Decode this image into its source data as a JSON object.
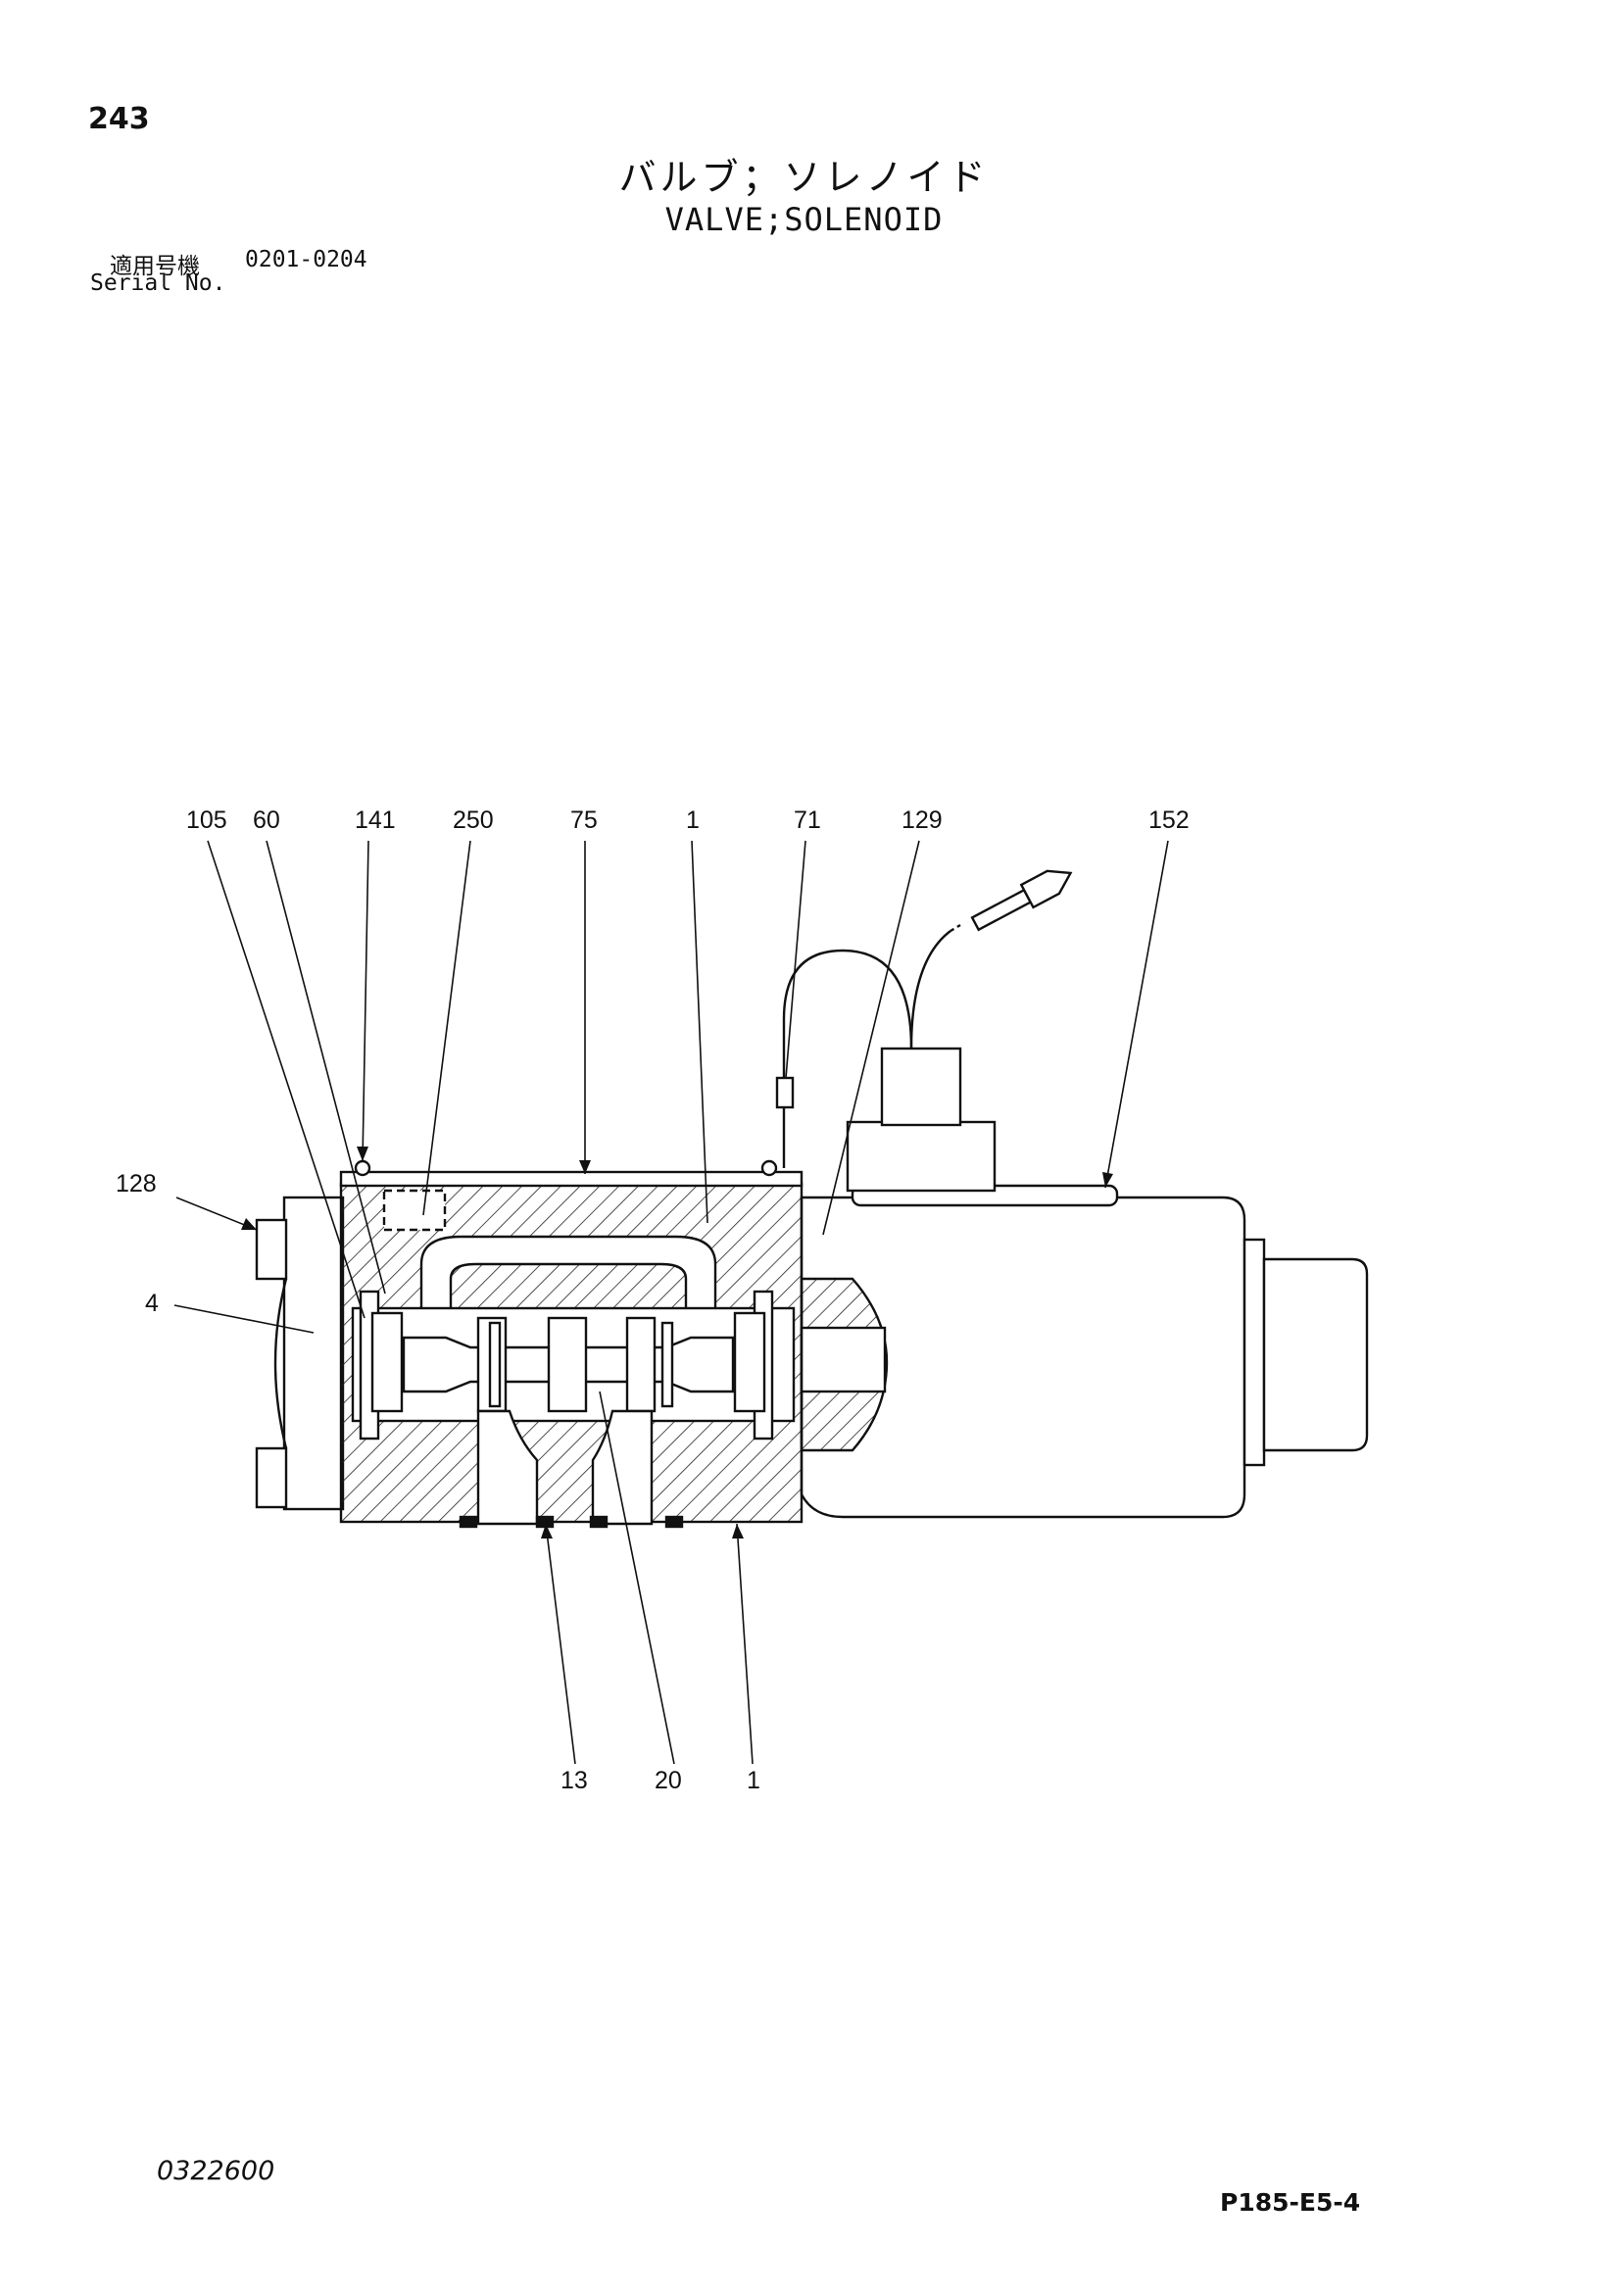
{
  "header": {
    "page_number": "243",
    "title_jp": "バルブ；ソレノイド",
    "title_en": "VALVE;SOLENOID",
    "serial_label_jp": "適用号機",
    "serial_range": "0201-0204",
    "serial_label_en": "Serial No."
  },
  "diagram": {
    "callouts": {
      "c105": "105",
      "c60": "60",
      "c141": "141",
      "c250": "250",
      "c75": "75",
      "c1_top": "1",
      "c71": "71",
      "c129": "129",
      "c152": "152",
      "c128": "128",
      "c4": "4",
      "c13": "13",
      "c20": "20",
      "c1_bottom": "1"
    }
  },
  "footer": {
    "doc_code": "0322600",
    "page_ref": "P185-E5-4"
  }
}
